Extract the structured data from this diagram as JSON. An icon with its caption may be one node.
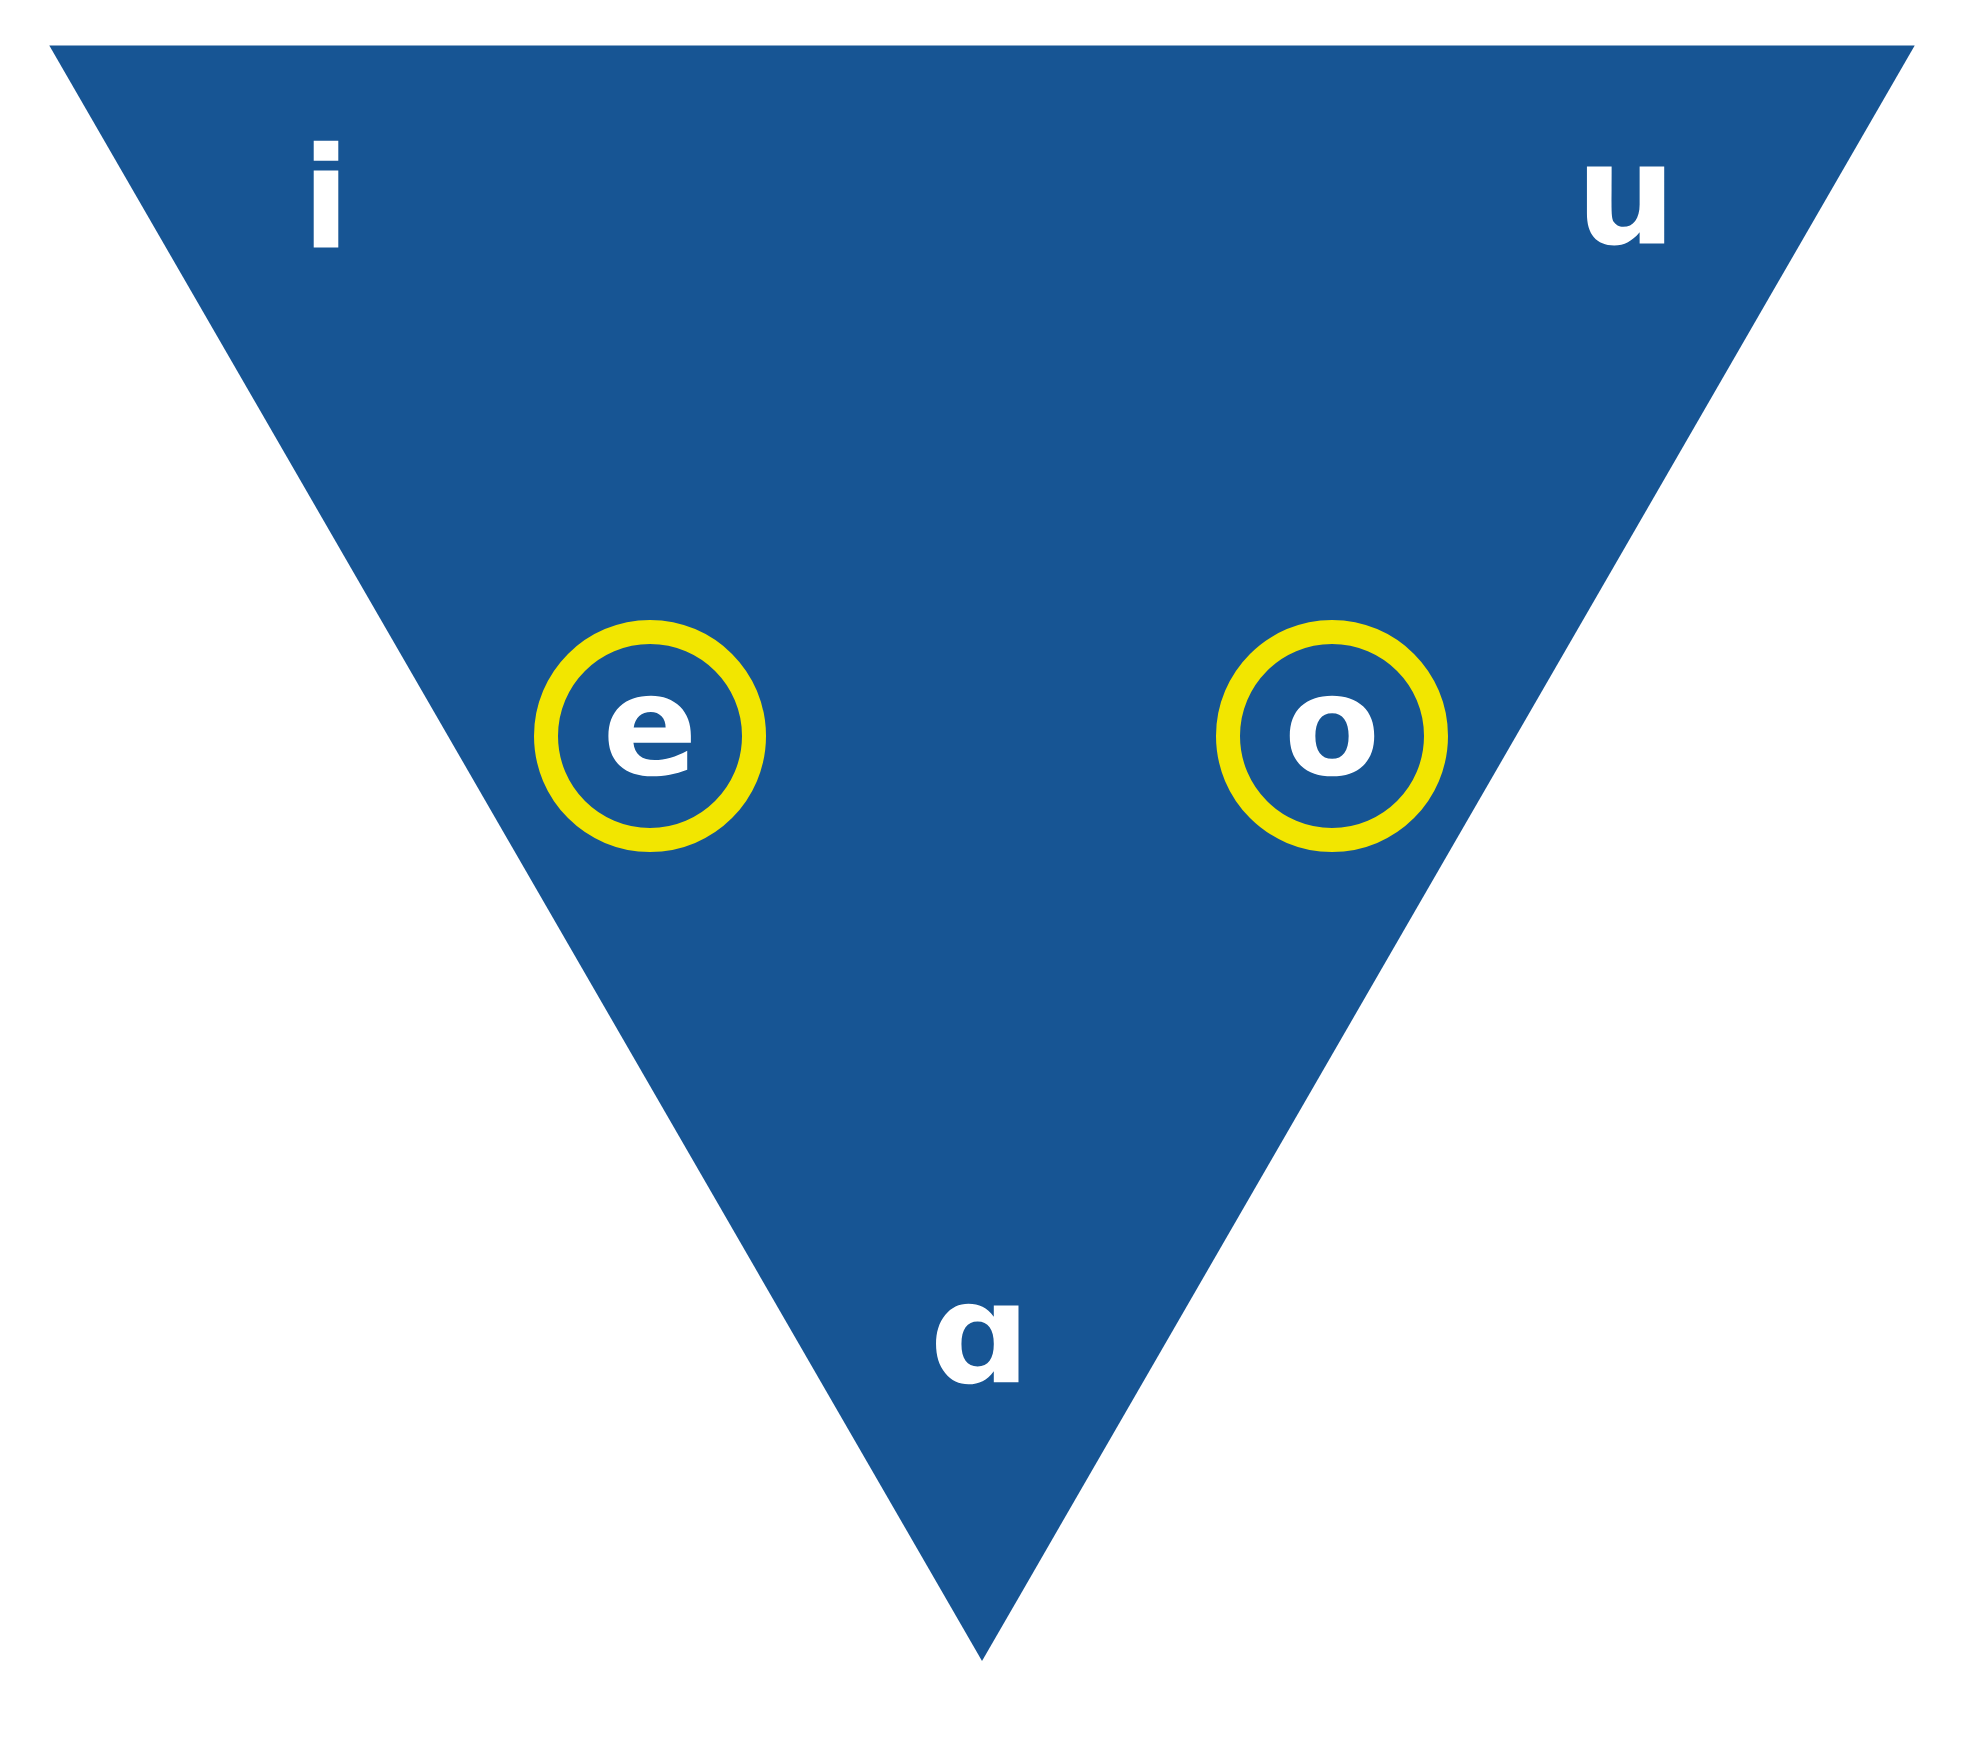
{
  "diagram": {
    "nodes": [
      {
        "text": [],
        "shape": "triangle"
      },
      {
        "text": [
          "e"
        ],
        "in": 0
      },
      {
        "text": [
          "o"
        ],
        "in": 0
      }
    ],
    "edges": [],
    "labels": [
      "i",
      "u",
      "ɑ"
    ]
  }
}
